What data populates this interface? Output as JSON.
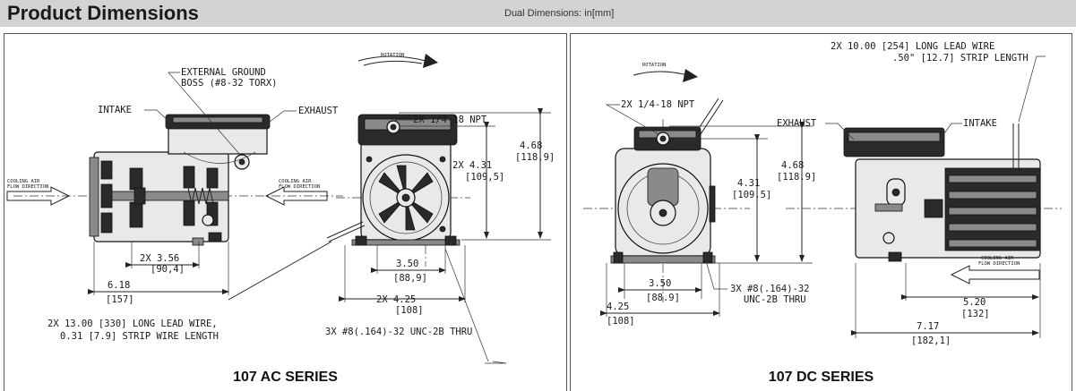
{
  "header": {
    "title": "Product Dimensions",
    "subtitle": "Dual Dimensions: in[mm]"
  },
  "colors": {
    "header_bg": "#d3d3d3",
    "line": "#222222"
  },
  "ac_panel": {
    "caption": "107 AC  SERIES",
    "labels": {
      "ground_1": "EXTERNAL GROUND",
      "ground_2": "BOSS (#8-32 TORX)",
      "intake": "INTAKE",
      "exhaust": "EXHAUST",
      "rotation": "ROTATION",
      "npt": "2X 1/4-18 NPT",
      "cooling_left_1": "COOLING AIR",
      "cooling_left_2": "FLOW DIRECTION",
      "cooling_right_1": "COOLING AIR",
      "cooling_right_2": "FLOW DIRECTION",
      "h_total_1": "4.68",
      "h_total_2": "[118,9]",
      "h_center_1": "2X 4.31",
      "h_center_2": "[109,5]",
      "d356_1": "2X 3.56",
      "d356_2": "[90,4]",
      "d618_1": "6.18",
      "d618_2": "[157]",
      "d350_1": "3.50",
      "d350_2": "[88,9]",
      "d425_1": "2X 4.25",
      "d425_2": "[108]",
      "lead_1": "2X 13.00 [330] LONG LEAD WIRE,",
      "lead_2": "0.31 [7.9] STRIP WIRE LENGTH",
      "thru": "3X #8(.164)-32 UNC-2B THRU"
    }
  },
  "dc_panel": {
    "caption": "107 DC SERIES",
    "labels": {
      "lead_1": "2X 10.00 [254] LONG LEAD WIRE",
      "lead_2": ".50\" [12.7] STRIP LENGTH",
      "rotation": "ROTATION",
      "npt": "2X 1/4-18 NPT",
      "exhaust": "EXHAUST",
      "intake": "INTAKE",
      "h_total_1": "4.68",
      "h_total_2": "[118.9]",
      "h_center_1": "4.31",
      "h_center_2": "[109.5]",
      "cooling_1": "COOLING AIR",
      "cooling_2": "FLOW DIRECTION",
      "d350_1": "3.50",
      "d350_2": "[88.9]",
      "d425_1": "4.25",
      "d425_2": "[108]",
      "thru_1": "3X #8(.164)-32",
      "thru_2": "UNC-2B THRU",
      "d520_1": "5.20",
      "d520_2": "[132]",
      "d717_1": "7.17",
      "d717_2": "[182,1]"
    }
  }
}
